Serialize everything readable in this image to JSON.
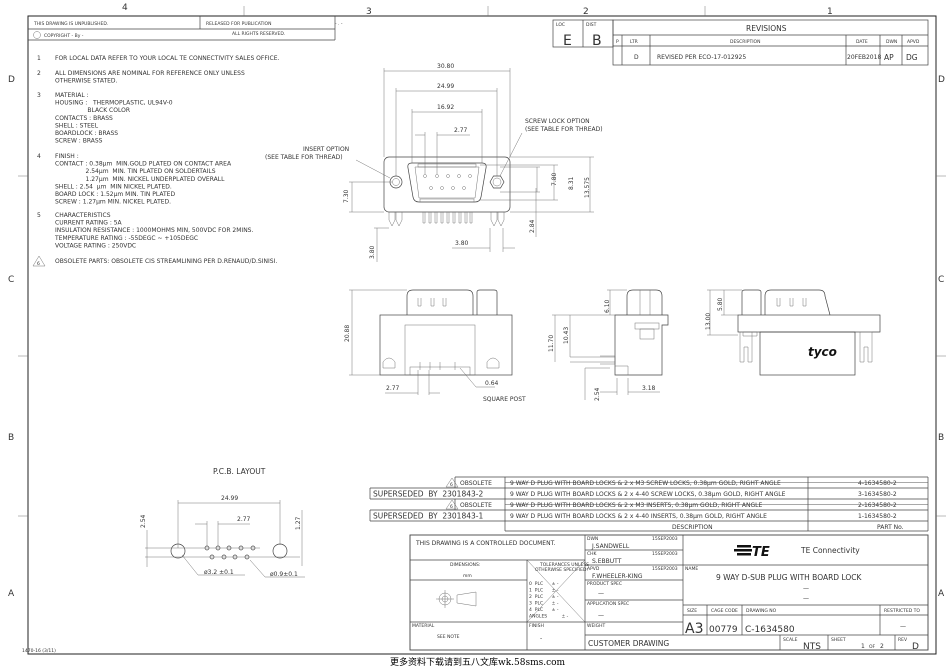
{
  "zones": {
    "top": [
      "4",
      "3",
      "2",
      "1"
    ],
    "side": [
      "D",
      "C",
      "B",
      "A"
    ]
  },
  "header": {
    "unpublished": "THIS DRAWING IS UNPUBLISHED.",
    "released": "RELEASED FOR PUBLICATION",
    "released_value": "- . -",
    "copyright": "COPYRIGHT  -     By -",
    "rights": "ALL RIGHTS RESERVED."
  },
  "loc": {
    "loc_label": "LOC",
    "loc_value": "E",
    "dist_label": "DIST",
    "dist_value": "B"
  },
  "revisions": {
    "title": "REVISIONS",
    "columns": [
      "P",
      "LTR",
      "DESCRIPTION",
      "DATE",
      "DWN",
      "APVD"
    ],
    "rows": [
      {
        "p": "",
        "ltr": "D",
        "description": "REVISED PER ECO-17-012925",
        "date": "20FEB2018",
        "dwn": "AP",
        "apvd": "DG"
      }
    ]
  },
  "notes": [
    {
      "num": "1",
      "lines": [
        "FOR LOCAL DATA REFER TO YOUR LOCAL TE CONNECTIVITY SALES OFFICE."
      ]
    },
    {
      "num": "2",
      "lines": [
        "ALL DIMENSIONS ARE NOMINAL FOR REFERENCE ONLY UNLESS",
        "OTHERWISE STATED."
      ]
    },
    {
      "num": "3",
      "lines": [
        "MATERIAL :",
        "HOUSING :   THERMOPLASTIC, UL94V-0",
        "                 BLACK COLOR",
        "CONTACTS : BRASS",
        "SHELL : STEEL",
        "BOARDLOCK : BRASS",
        "SCREW : BRASS"
      ]
    },
    {
      "num": "4",
      "lines": [
        "FINISH :",
        "CONTACT : 0.38µm  MIN.GOLD PLATED ON CONTACT AREA",
        "                2.54µm  MIN. TIN PLATED ON SOLDERTAILS",
        "                1.27µm  MIN. NICKEL UNDERPLATED OVERALL",
        "SHELL : 2.54  µm  MIN NICKEL PLATED.",
        "BOARD LOCK : 1.52µm MIN. TIN PLATED",
        "SCREW : 1.27µm MIN. NICKEL PLATED."
      ]
    },
    {
      "num": "5",
      "lines": [
        "CHARACTERISTICS",
        "CURRENT RATING : 5A",
        "INSULATION RESISTANCE : 1000MOHMS MIN, 500VDC FOR 2MINS.",
        "TEMPERATURE RATING : -55DEGC ~ +105DEGC",
        "VOLTAGE RATING : 250VDC"
      ]
    },
    {
      "num": "6",
      "lines": [
        "OBSOLETE PARTS: OBSOLETE CIS STREAMLINING PER D.RENAUD/D.SINISI."
      ]
    }
  ],
  "front_view": {
    "dims": {
      "width_overall": "30.80",
      "boardlock_pitch": "24.99",
      "d_width": "16.92",
      "pin_pitch": "2.77",
      "height_pin": "7.30",
      "d_height": "7.80",
      "d_height2": "8.31",
      "height_overall": "13.575",
      "tail_offset": "2.84",
      "tail_x": "3.80",
      "tail_len": "3.80"
    },
    "insert_option": [
      "INSERT OPTION",
      "(SEE TABLE FOR THREAD)"
    ],
    "screw_lock_option": [
      "SCREW LOCK OPTION",
      "(SEE TABLE FOR THREAD)"
    ]
  },
  "bottom_view": {
    "dims": {
      "height": "20.88",
      "pitch": "2.77",
      "post": "0.64"
    },
    "post_label": "SQUARE POST"
  },
  "side_view": {
    "dims": {
      "top": "6.10",
      "h1": "11.70",
      "h2": "10.43",
      "pitch": "2.54",
      "depth": "3.18"
    }
  },
  "rear_view": {
    "dims": {
      "h": "13.00",
      "top": "5.80"
    },
    "logo": "tyco"
  },
  "pcb": {
    "title": "P.C.B.  LAYOUT",
    "dims": {
      "pitch_big": "24.99",
      "pitch": "2.77",
      "row": "2.54",
      "half": "1.27"
    },
    "big_hole": "ø3.2  ±0.1",
    "small_hole": "ø0.9±0.1"
  },
  "parts_table": {
    "rows": [
      {
        "status": "OBSOLETE",
        "obsolete": true,
        "description": "9 WAY D PLUG WITH BOARD LOCKS & 2 x M3 SCREW LOCKS, 0.38µm GOLD, RIGHT ANGLE",
        "part": "4-1634580-2"
      },
      {
        "status": "SUPERSEDED  BY  2301843-2",
        "obsolete": false,
        "description": "9 WAY D PLUG WITH BOARD LOCKS & 2 x 4-40 SCREW LOCKS, 0.38µm GOLD, RIGHT ANGLE",
        "part": "3-1634580-2"
      },
      {
        "status": "OBSOLETE",
        "obsolete": true,
        "description": "9 WAY D PLUG WITH BOARD LOCKS & 2 x M3 INSERTS, 0.38µm GOLD, RIGHT ANGLE",
        "part": "2-1634580-2"
      },
      {
        "status": "SUPERSEDED  BY  2301843-1",
        "obsolete": false,
        "description": "9 WAY D PLUG WITH BOARD LOCKS & 2 x 4-40 INSERTS, 0.38µm GOLD, RIGHT ANGLE",
        "part": "1-1634580-2"
      }
    ],
    "flag": "6",
    "desc_header": "DESCRIPTION",
    "part_header": "PART No."
  },
  "title_block": {
    "controlled": "THIS DRAWING IS A CONTROLLED DOCUMENT.",
    "dimensions_label": "DIMENSIONS:",
    "dimensions_unit": "mm",
    "tolerances": [
      "TOLERANCES UNLESS",
      "OTHERWISE SPECIFIED:"
    ],
    "tol_rows": [
      "0  PLC      ± -",
      "1  PLC      ± -",
      "2  PLC      ± -",
      "3  PLC      ± -",
      "4  PLC      ± -",
      "ANGLES          ± -"
    ],
    "material_label": "MATERIAL",
    "material_value": "SEE NOTE",
    "finish_label": "FINISH",
    "finish_value": "-",
    "dwn_label": "DWN",
    "dwn_name": "J.SANDWELL",
    "dwn_date": "15SEP2003",
    "chk_label": "CHK",
    "chk_name": "S.EBBUTT",
    "chk_date": "15SEP2003",
    "apvd_label": "APVD",
    "apvd_name": "F.WHEELER-KING",
    "apvd_date": "15SEP2003",
    "product_spec_label": "PRODUCT SPEC",
    "product_spec_value": "—",
    "application_spec_label": "APPLICATION SPEC",
    "application_spec_value": "—",
    "weight_label": "WEIGHT",
    "company": "TE Connectivity",
    "logo": "TE",
    "name_label": "NAME",
    "name": "9 WAY D-SUB PLUG WITH BOARD LOCK",
    "name_lines": [
      "—",
      "—"
    ],
    "size_label": "SIZE",
    "size": "A3",
    "cage_label": "CAGE CODE",
    "cage": "00779",
    "drawing_no_label": "DRAWING NO",
    "drawing_no": "C-1634580",
    "restricted_label": "RESTRICTED TO",
    "restricted": "—",
    "customer_drawing": "CUSTOMER DRAWING",
    "scale_label": "SCALE",
    "scale": "NTS",
    "sheet_label": "SHEET",
    "sheet": "1",
    "sheet_of": "OF",
    "sheet_total": "2",
    "rev_label": "REV",
    "rev": "D"
  },
  "form_number": "1470-16 (3/11)",
  "watermark": "更多资料下载请到五八文库wk.58sms.com"
}
